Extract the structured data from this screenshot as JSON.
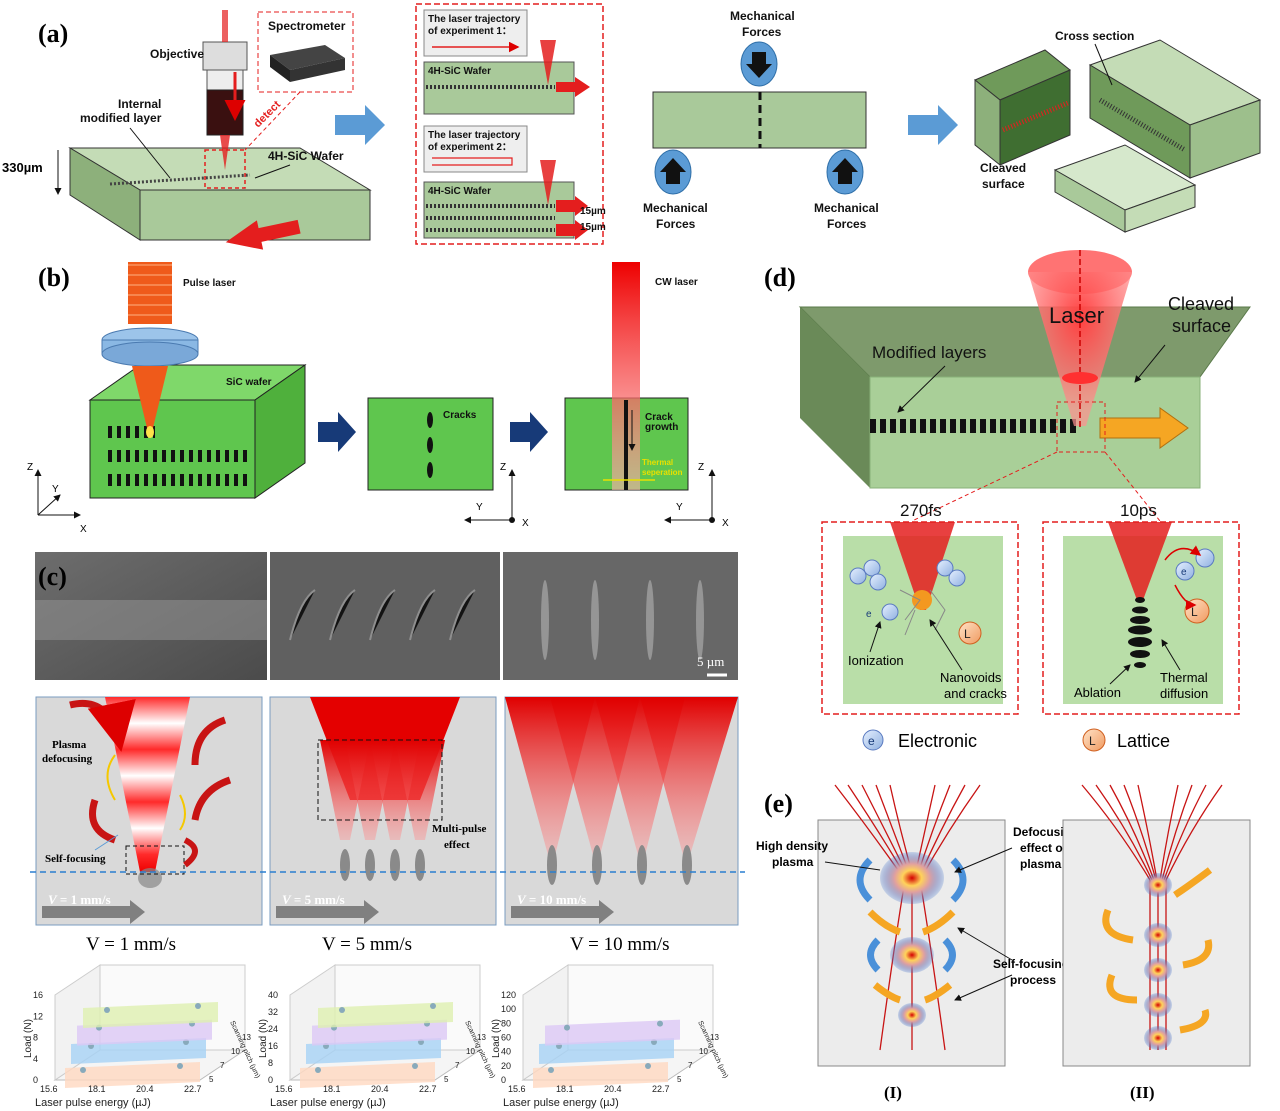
{
  "panels": {
    "a": "(a)",
    "b": "(b)",
    "c": "(c)",
    "d": "(d)",
    "e": "(e)"
  },
  "a": {
    "spectrometer": "Spectrometer",
    "objective": "Objective",
    "internal": [
      "Internal",
      "modified layer"
    ],
    "detect": "detect",
    "thickness": "330µm",
    "wafer": "4H-SiC Wafer",
    "traj1": [
      "The laser trajectory",
      "of experiment 1："
    ],
    "traj2": [
      "The laser trajectory",
      "of experiment 2："
    ],
    "wafer_small": "4H-SiC Wafer",
    "pitch": "15µm",
    "mech": [
      "Mechanical",
      "Forces"
    ],
    "cross": "Cross section",
    "cleaved": [
      "Cleaved",
      "surface"
    ]
  },
  "b": {
    "pulse": "Pulse laser",
    "sic": "SiC wafer",
    "cracks": "Cracks",
    "cw": "CW laser",
    "growth": [
      "Crack",
      "growth"
    ],
    "thermal": [
      "Thermal",
      "seperation"
    ],
    "ax": {
      "z": "Z",
      "y": "Y",
      "x": "X"
    }
  },
  "c": {
    "scale": "5 µm",
    "plasma": [
      "Plasma",
      "defocusing"
    ],
    "selffocus": "Self-focusing",
    "multi": [
      "Multi-pulse",
      "effect"
    ],
    "v1": "V = 1 mm/s",
    "v2": "V = 5 mm/s",
    "v3": "V = 10 mm/s",
    "speeds": [
      "1 mm/s",
      "5 mm/s",
      "10 mm/s"
    ],
    "vsym": "V",
    "ylabel": "Load (N)",
    "xlabel": "Laser pulse energy (µJ)",
    "zlabel": "Scanning pitch (µm)",
    "xticks": [
      "15.6",
      "18.1",
      "20.4",
      "22.7"
    ],
    "zticks": [
      "13",
      "10",
      "7",
      "5"
    ],
    "y1": [
      "0",
      "4",
      "8",
      "12",
      "16"
    ],
    "y2": [
      "0",
      "8",
      "16",
      "24",
      "32",
      "40"
    ],
    "y3": [
      "0",
      "20",
      "40",
      "60",
      "80",
      "100",
      "120"
    ]
  },
  "d": {
    "laser": "Laser",
    "cleaved": [
      "Cleaved",
      "surface"
    ],
    "modified": "Modified layers",
    "fs": "270fs",
    "ps": "10ps",
    "e": "e",
    "L": "L",
    "ionization": "Ionization",
    "nano": [
      "Nanovoids",
      "and cracks"
    ],
    "ablation": "Ablation",
    "thermal": [
      "Thermal",
      "diffusion"
    ],
    "electronic": "Electronic",
    "lattice": "Lattice"
  },
  "e": {
    "hdp": [
      "High density",
      "plasma"
    ],
    "defocus": [
      "Defocusing",
      "effect of",
      "plasma"
    ],
    "selffocus": [
      "Self-focusing",
      "process"
    ],
    "i": "(I)",
    "ii": "(II)"
  },
  "colors": {
    "wafer": "#a9c99a",
    "green": "#5fc64e",
    "red": "#e41e1e",
    "navy": "#173a78",
    "blue_arrow": "#5b9bd5",
    "orange": "#f5a623"
  }
}
